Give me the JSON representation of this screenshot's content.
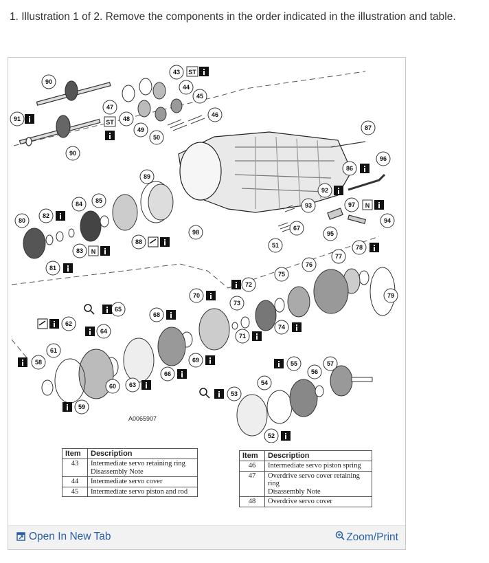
{
  "caption": "1. Illustration 1 of 2. Remove the components in the order indicated in the illustration and table.",
  "figure_code": "A0065907",
  "callouts": [
    "90",
    "91",
    "90",
    "47",
    "48",
    "49",
    "50",
    "43",
    "44",
    "45",
    "46",
    "87",
    "86",
    "96",
    "89",
    "92",
    "93",
    "97",
    "94",
    "84",
    "85",
    "80",
    "82",
    "83",
    "81",
    "88",
    "98",
    "51",
    "67",
    "95",
    "78",
    "77",
    "76",
    "75",
    "79",
    "72",
    "73",
    "70",
    "71",
    "74",
    "65",
    "68",
    "62",
    "64",
    "61",
    "58",
    "60",
    "63",
    "66",
    "69",
    "59",
    "55",
    "57",
    "56",
    "54",
    "53",
    "52"
  ],
  "tags": [
    "ST",
    "N",
    "N",
    "ST"
  ],
  "table_left": {
    "headers": [
      "Item",
      "Description"
    ],
    "rows": [
      {
        "item": "43",
        "desc": "Intermediate servo retaining ring",
        "note": "Disassembly Note"
      },
      {
        "item": "44",
        "desc": "Intermediate servo cover",
        "note": ""
      },
      {
        "item": "45",
        "desc": "Intermediate servo piston and rod",
        "note": ""
      }
    ]
  },
  "table_right": {
    "headers": [
      "Item",
      "Description"
    ],
    "rows": [
      {
        "item": "46",
        "desc": "Intermediate servo piston spring",
        "note": ""
      },
      {
        "item": "47",
        "desc": "Overdrive servo cover retaining ring",
        "note": "Disassembly Note"
      },
      {
        "item": "48",
        "desc": "Overdrive servo cover",
        "note": ""
      }
    ]
  },
  "footer": {
    "open_label": "Open In New Tab",
    "open_icon": "external-link-icon",
    "zoom_label": "Zoom/Print",
    "zoom_icon": "magnifier-plus-icon"
  },
  "colors": {
    "link": "#2a5fa8",
    "footer_bg": "#f2f2f2"
  }
}
